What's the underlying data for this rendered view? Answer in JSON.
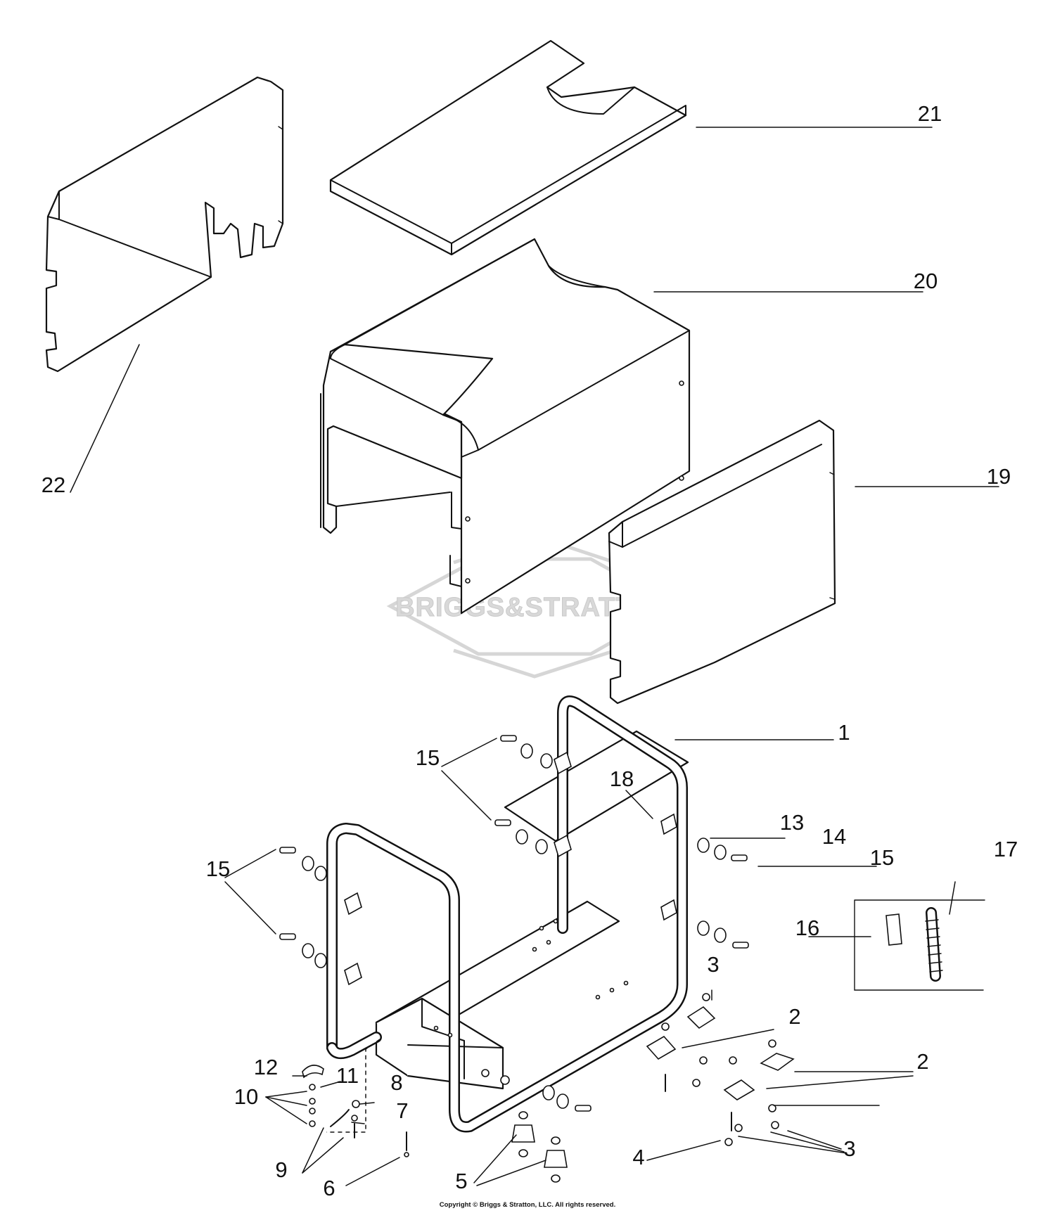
{
  "callouts": [
    "1",
    "2",
    "2",
    "3",
    "3",
    "3",
    "4",
    "5",
    "6",
    "7",
    "8",
    "9",
    "10",
    "11",
    "12",
    "13",
    "14",
    "15",
    "15",
    "15",
    "15",
    "16",
    "17",
    "18",
    "19",
    "20",
    "21",
    "22"
  ],
  "watermark": {
    "text": "BRIGGS&STRATTON"
  },
  "copyright": "Copyright © Briggs & Stratton, LLC. All rights reserved."
}
